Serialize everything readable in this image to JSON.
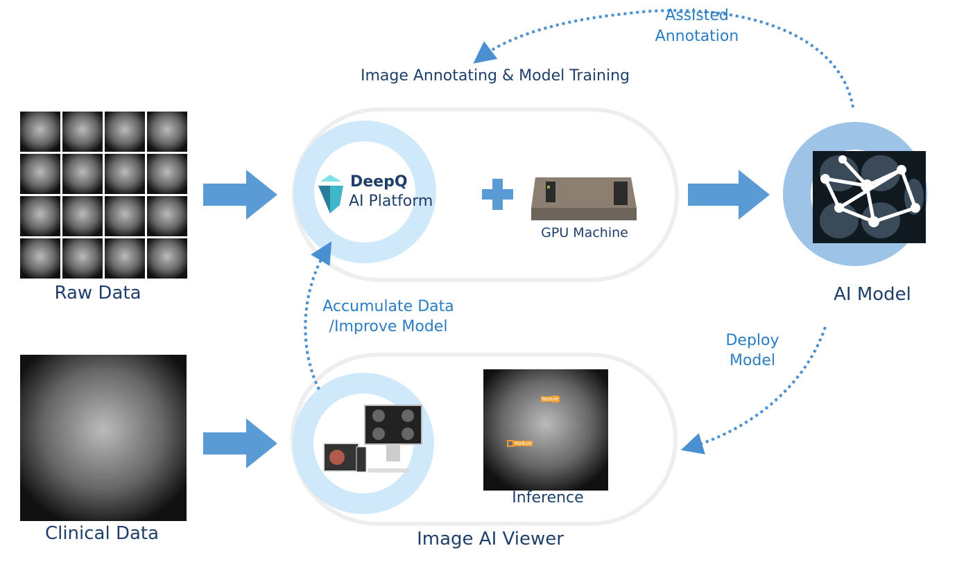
{
  "labels": {
    "raw_data": "Raw Data",
    "clinical_data": "Clinical Data",
    "training": "Image Annotating & Model Training",
    "assisted_1": "Assisted",
    "assisted_2": "Annotation",
    "gpu": "GPU Machine",
    "ai_model": "AI Model",
    "accumulate_1": "Accumulate Data",
    "accumulate_2": "/Improve Model",
    "deploy_1": "Deploy",
    "deploy_2": "Model",
    "inference": "Inference",
    "viewer": "Image AI Viewer",
    "nodule": "Nodule"
  },
  "logo": {
    "name": "DeepQ",
    "sub": "AI Platform"
  },
  "colors": {
    "dark_text": "#1f3f6b",
    "accent_text": "#2a7dc4",
    "arrow": "#5b9bd5",
    "ring_light": "#cfe9fb",
    "ring_model": "#9dc3e6",
    "box": "#f0a030"
  }
}
